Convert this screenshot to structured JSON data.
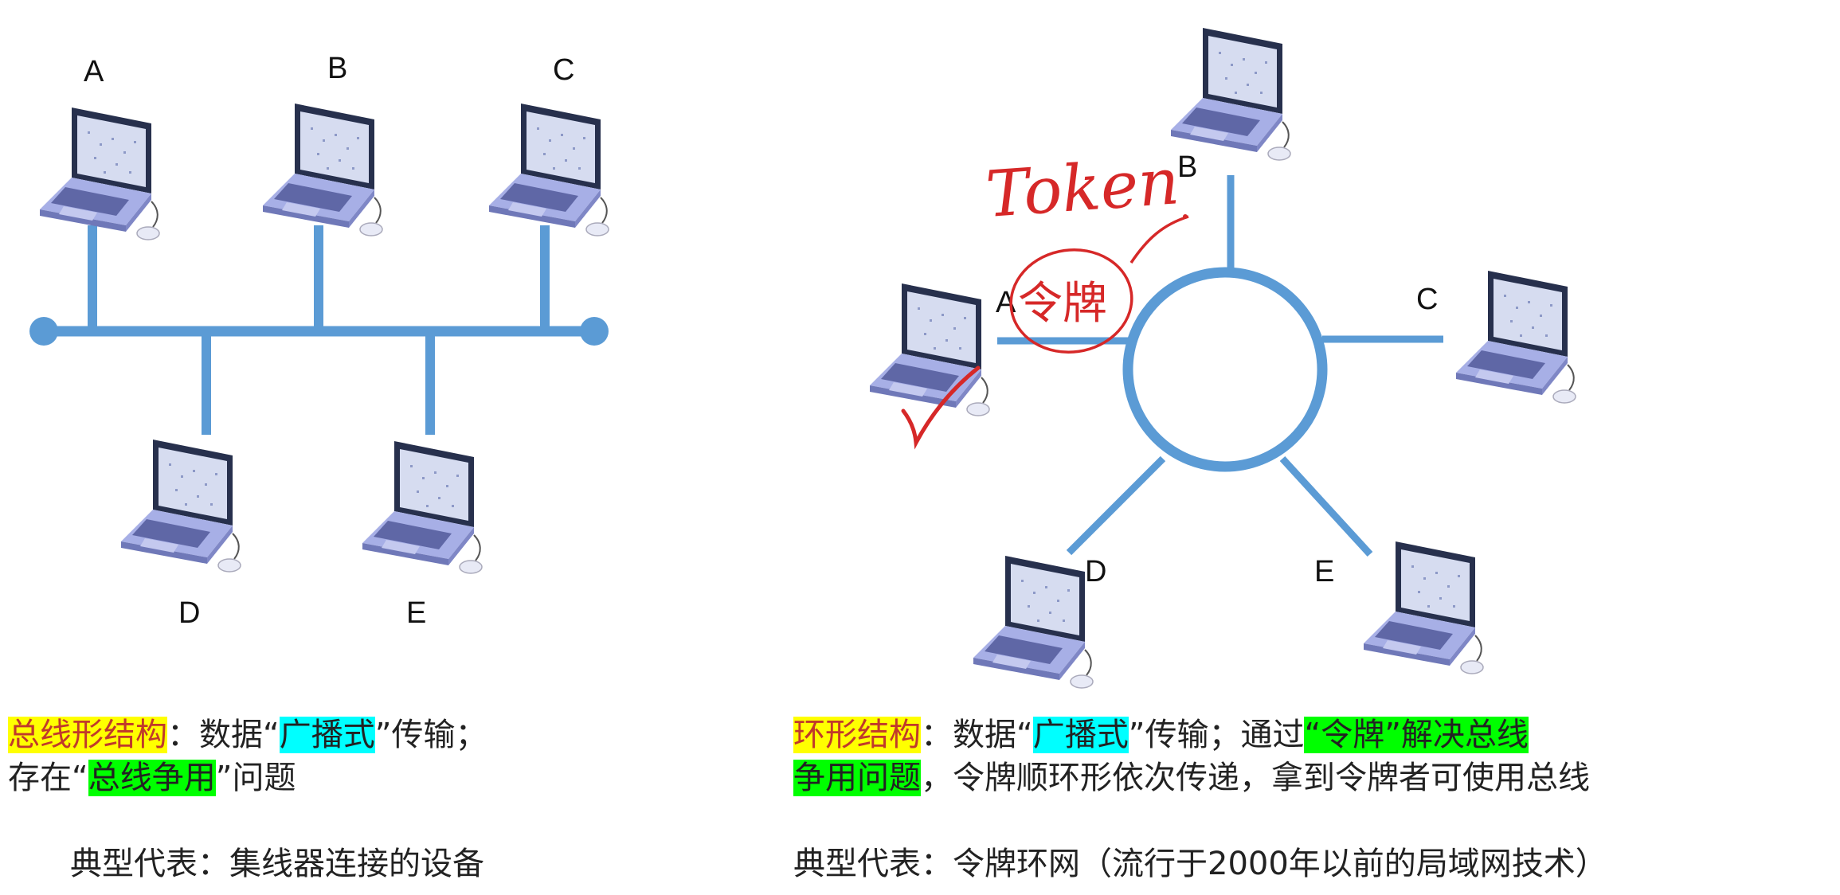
{
  "bus": {
    "nodes": [
      "A",
      "B",
      "C",
      "D",
      "E"
    ],
    "caption": {
      "term": "总线形结构",
      "part1": "：数据“",
      "hl1": "广播式",
      "part2": "”传输；",
      "line2a": "存在“",
      "hl2": "总线争用",
      "line2b": "”问题"
    },
    "example": "典型代表：集线器连接的设备"
  },
  "ring": {
    "nodes": [
      "A",
      "B",
      "C",
      "D",
      "E"
    ],
    "annotation": "Token",
    "annotation_circled": "令牌",
    "caption": {
      "term": "环形结构",
      "part1": "：数据“",
      "hl1": "广播式",
      "part2": "”传输；通过",
      "hl2": "“令牌”解决总线",
      "hl3": "争用问题",
      "line2": "，令牌顺环形依次传递，拿到令牌者可使用总线"
    },
    "example": "典型代表：令牌环网（流行于2000年以前的局域网技术）"
  },
  "icons": [
    "laptop-icon",
    "checkmark-icon"
  ],
  "colors": {
    "line": "#5b9bd5",
    "annotation": "#d62828",
    "highlight_yellow": "#ffff00",
    "highlight_cyan": "#00ffff",
    "highlight_green": "#00ff00"
  }
}
